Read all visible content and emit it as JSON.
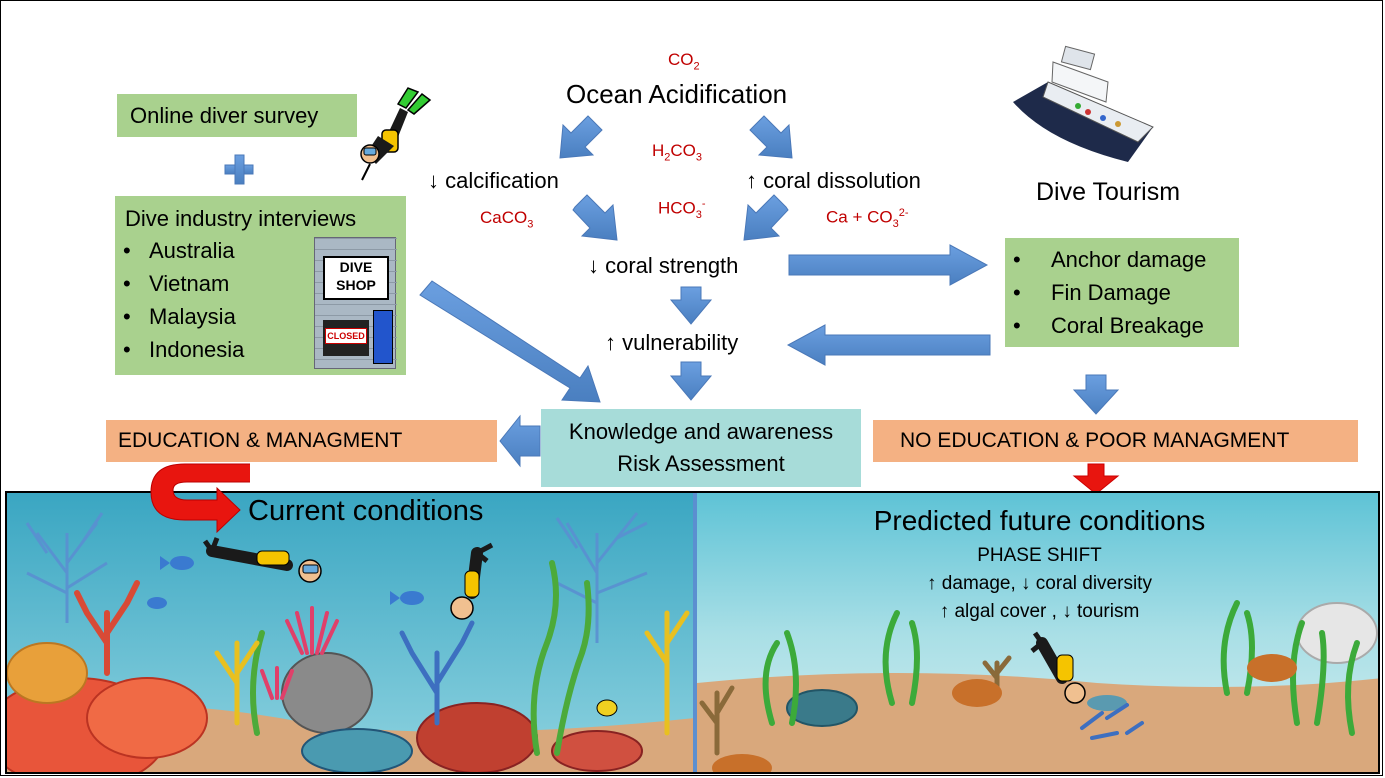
{
  "co2_formula": {
    "base": "CO",
    "sub": "2"
  },
  "ocean_acidification": "Ocean Acidification",
  "h2co3_formula": {
    "a": "H",
    "sub": "2",
    "b": "CO",
    "sub2": "3"
  },
  "hco3_formula": {
    "base": "HCO",
    "sub": "3",
    "sup": "-"
  },
  "caco3_formula": {
    "base": "CaCO",
    "sub": "3"
  },
  "ca_co3_formula": {
    "base": "Ca + CO",
    "sub": "3",
    "sup": "2-"
  },
  "calcification": "↓ calcification",
  "coral_dissolution": "↑ coral dissolution",
  "coral_strength": "↓ coral strength",
  "vulnerability": "↑ vulnerability",
  "online_survey": "Online diver survey",
  "plus_sign": "+",
  "interviews": {
    "title": "Dive industry interviews",
    "countries": [
      "Australia",
      "Vietnam",
      "Malaysia",
      "Indonesia"
    ]
  },
  "dive_shop": {
    "sign": "DIVE SHOP",
    "closed": "CLOSED"
  },
  "dive_tourism": "Dive Tourism",
  "damage_list": [
    "Anchor damage",
    "Fin Damage",
    "Coral Breakage"
  ],
  "knowledge": {
    "line1": "Knowledge and awareness",
    "line2": "Risk Assessment"
  },
  "education": "EDUCATION & MANAGMENT",
  "no_education": "NO EDUCATION & POOR MANAGMENT",
  "current_conditions": "Current conditions",
  "future": {
    "title": "Predicted future conditions",
    "phase_shift": "PHASE SHIFT",
    "line1": "↑ damage, ↓ coral diversity",
    "line2": "↑ algal cover , ↓ tourism"
  },
  "colors": {
    "arrow_blue": "#5b8fd0",
    "arrow_red": "#e8150f",
    "box_green": "#a9d18e",
    "box_orange": "#f4b183",
    "box_teal": "#a7dcd9",
    "chem_red": "#c00000"
  }
}
